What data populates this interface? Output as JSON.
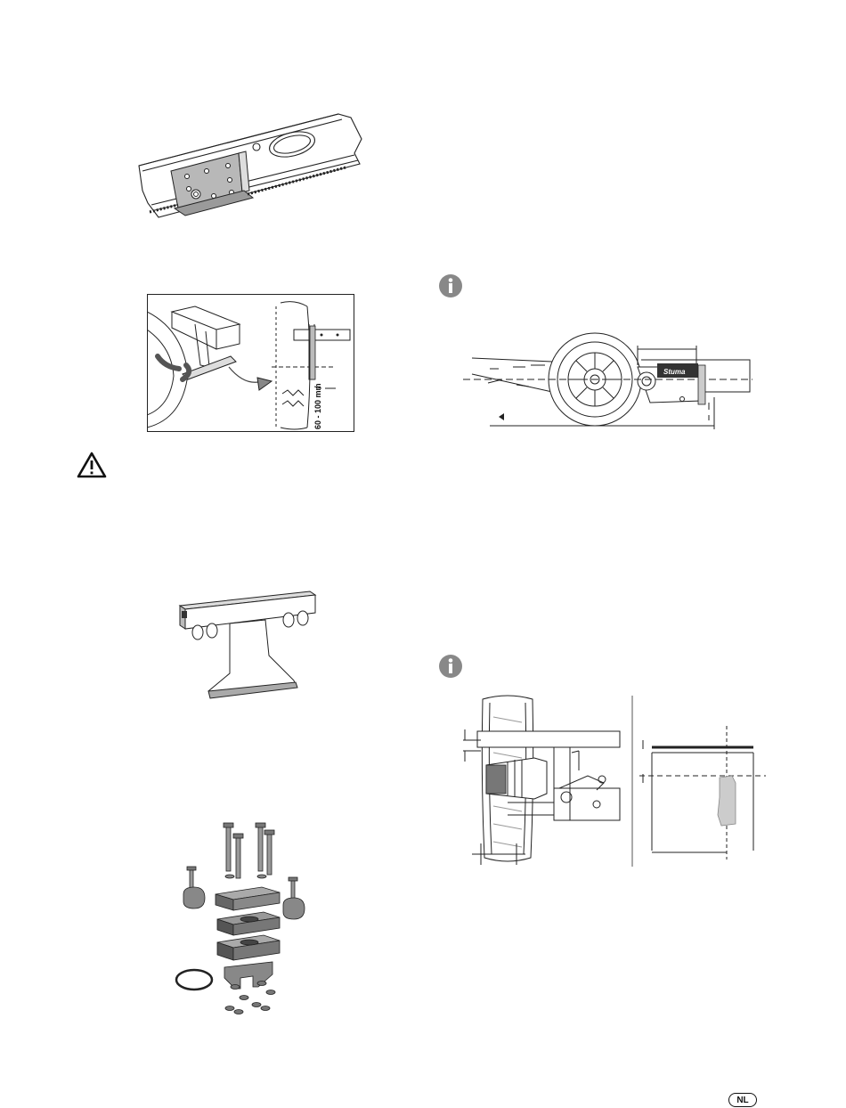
{
  "figures": {
    "chassis_mount": {
      "label": ""
    },
    "wheel_clearance": {
      "dimension_label": "60 - 100 mm"
    },
    "crossbar": {
      "label": ""
    },
    "hardware_kit": {
      "label": ""
    },
    "top_view": {
      "logo_text": "Stuma"
    },
    "wheel_section": {
      "label": ""
    }
  },
  "icons": {
    "warning": "warning-triangle-icon",
    "info": "info-circle-icon"
  },
  "footer": {
    "language_badge": "NL"
  }
}
